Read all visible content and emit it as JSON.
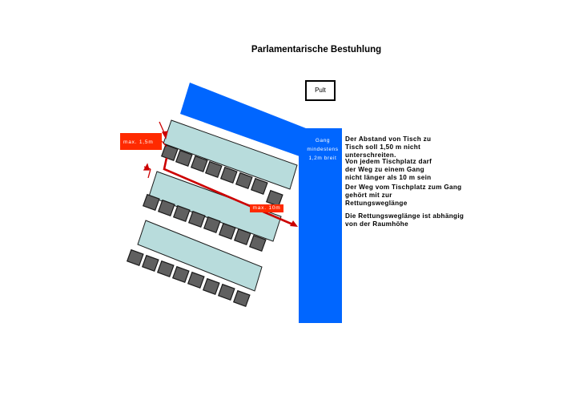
{
  "title": "Parlamentarische Bestuhlung",
  "pult_label": "Pult",
  "aisle_label": [
    "Gang",
    "mindestens",
    "1,2m breit"
  ],
  "max_distance_label": "max. 1,5m",
  "max_route_label": "max. 10m",
  "notes": [
    [
      "Der Abstand von Tisch zu",
      "Tisch soll 1,50 m nicht",
      "unterschreiten."
    ],
    [
      "Von jedem Tischplatz darf",
      "der Weg zu einem Gang",
      "nicht länger als 10 m sein"
    ],
    [
      "Der Weg vom Tischplatz zum Gang",
      "gehört mit zur",
      "Rettungsweglänge"
    ],
    [
      "Die Rettungsweglänge ist abhängig",
      "von der Raumhöhe"
    ]
  ],
  "colors": {
    "aisle": "#0066ff",
    "table_fill": "#b8dcdc",
    "chair_fill": "#606060",
    "chair_stroke": "#1a1a1a",
    "red": "#ff2a00",
    "route_line": "#cc0000"
  }
}
